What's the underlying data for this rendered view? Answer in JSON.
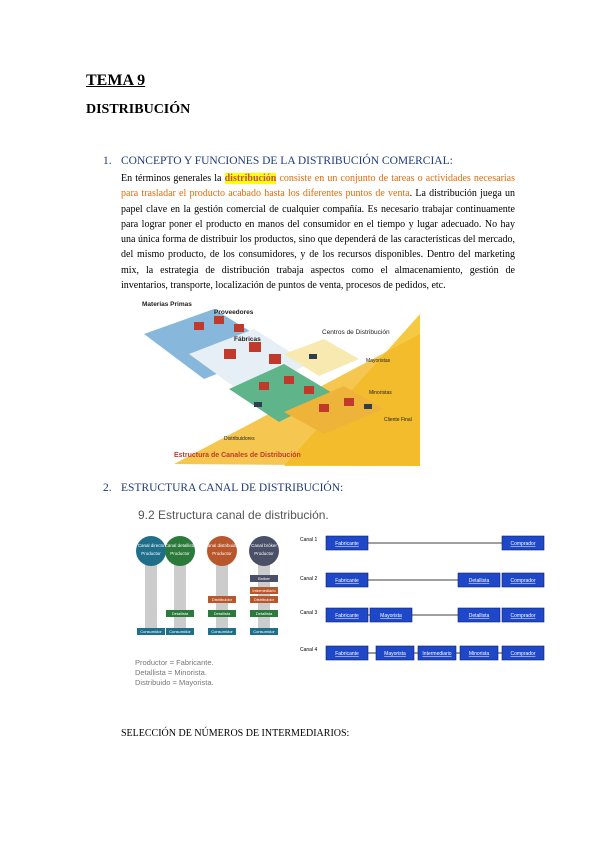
{
  "header": {
    "title": "TEMA 9",
    "subtitle": "DISTRIBUCIÓN"
  },
  "section1": {
    "number": "1.",
    "heading": "CONCEPTO Y FUNCIONES DE LA DISTRIBUCIÓN COMERCIAL:",
    "p_start": "En términos generales la ",
    "p_highlight": "distribución",
    "p_orange": " consiste en un conjunto de tareas o actividades necesarias para trasladar el producto acabado hasta los diferentes puntos de venta",
    "p_rest": ". La distribución juega un papel clave en la gestión comercial de cualquier compañía. Es necesario trabajar continuamente para lograr poner el producto en manos del consumidor en el tiempo y lugar adecuado. No hay una única forma de distribuir los productos, sino que dependerá de las características del mercado, del mismo producto, de los consumidores, y de los recursos disponibles. Dentro del marketing mix, la estrategia de distribución trabaja aspectos como el almacenamiento, gestión de inventarios, transporte, localización de puntos de venta, procesos de pedidos, etc."
  },
  "figure1": {
    "label_materias": "Materias Primas",
    "label_proveedores": "Proveedores",
    "label_fabricas": "Fábricas",
    "label_centros": "Centros de Distribución",
    "label_mayoristas": "Mayoristas",
    "label_minoristas": "Minoristas",
    "label_cliente": "Cliente Final",
    "label_distribuidores": "Distribuidores",
    "caption": "Estructura de Canales de Distribución"
  },
  "section2": {
    "number": "2.",
    "heading": "ESTRUCTURA CANAL DE DISTRIBUCIÓN:"
  },
  "figure2": {
    "title": "9.2 Estructura canal de distribución.",
    "legend": [
      "Productor   = Fabricante.",
      "Detallista  = Minorista.",
      "Distribuido = Mayorista."
    ],
    "channels": [
      "Canal 1",
      "Canal 2",
      "Canal 3",
      "Canal 4"
    ],
    "box_fabricante": "Fabricante",
    "box_minorista": "Minorista",
    "box_mayorista": "Mayorista",
    "box_detallista": "Detallista",
    "box_intermediario": "Intermediario",
    "box_comprador": "Comprador",
    "circle_labels": [
      "Canal directo",
      "Canal detallista",
      "Canal distribuidor",
      "Canal bróker"
    ],
    "circle_sub": "Productor",
    "consumer": "Consumidor",
    "detallista_small": "Detallista",
    "distribuidor_small": "Distribuidor",
    "broker_small": "Bróker",
    "intermediario_small": "Intermediario"
  },
  "section3": {
    "heading": "SELECCIÓN DE NÚMEROS DE INTERMEDIARIOS:"
  }
}
